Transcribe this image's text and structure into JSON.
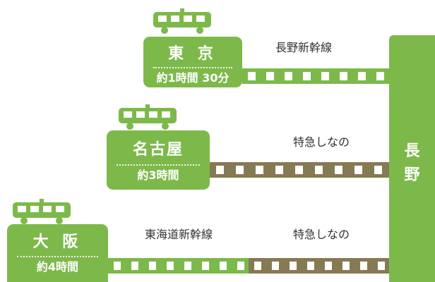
{
  "destination": {
    "name_chars": [
      "長",
      "野"
    ]
  },
  "cities": [
    {
      "name": "東 京",
      "time": "約1時間 30分",
      "route": "長野新幹線"
    },
    {
      "name": "名古屋",
      "time": "約3時間",
      "route": "特急しなの"
    },
    {
      "name": "大 阪",
      "time": "約4時間",
      "route_a": "東海道新幹線",
      "route_b": "特急しなの"
    }
  ],
  "colors": {
    "green": "#7db94a",
    "olive": "#867a54",
    "text": "#333333"
  },
  "icons": [
    "train-icon"
  ]
}
